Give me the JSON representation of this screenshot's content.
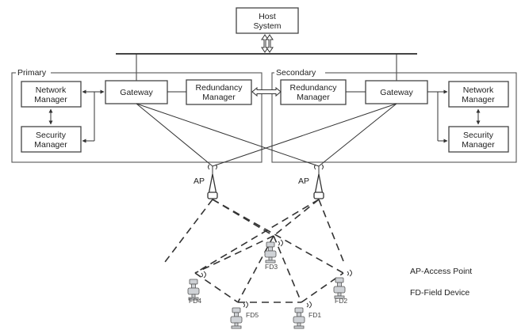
{
  "host": {
    "line1": "Host",
    "line2": "System"
  },
  "primary": {
    "frame_label": "Primary",
    "network_manager": {
      "line1": "Network",
      "line2": "Manager"
    },
    "security_manager": {
      "line1": "Security",
      "line2": "Manager"
    },
    "gateway": "Gateway",
    "redundancy_manager": {
      "line1": "Redundancy",
      "line2": "Manager"
    }
  },
  "secondary": {
    "frame_label": "Secondary",
    "redundancy_manager": {
      "line1": "Redundancy",
      "line2": "Manager"
    },
    "gateway": "Gateway",
    "network_manager": {
      "line1": "Network",
      "line2": "Manager"
    },
    "security_manager": {
      "line1": "Security",
      "line2": "Manager"
    }
  },
  "access_points": [
    {
      "label": "AP"
    },
    {
      "label": "AP"
    }
  ],
  "field_devices": [
    {
      "label": "FD3"
    },
    {
      "label": "FD4"
    },
    {
      "label": "FD2"
    },
    {
      "label": "FD5"
    },
    {
      "label": "FD1"
    }
  ],
  "legend": {
    "ap": "AP-Access Point",
    "fd": "FD-Field Device"
  }
}
